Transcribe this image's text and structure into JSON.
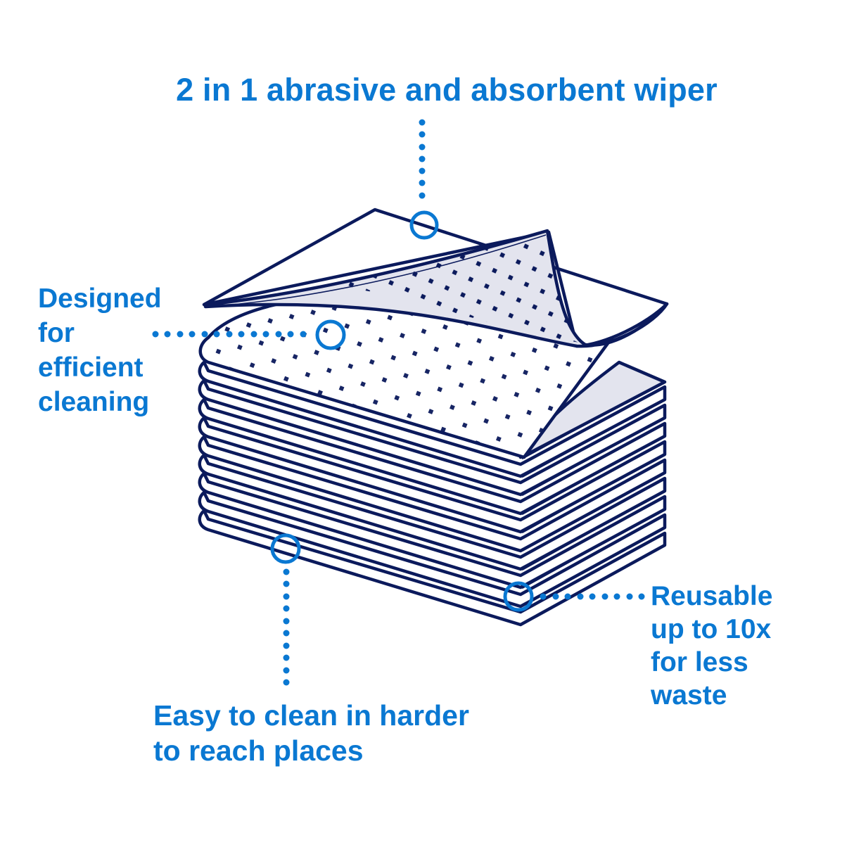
{
  "callouts": {
    "top": {
      "text": "2 in 1 abrasive and absorbent wiper"
    },
    "left": {
      "text": "Designed\nfor\nefficient\ncleaning"
    },
    "right": {
      "text": "Reusable\nup to 10x\nfor less\nwaste"
    },
    "bottom": {
      "text": "Easy to clean in harder\nto reach places"
    }
  },
  "illustration": {
    "subject": "stack of folded wipers with top sheet peeled back",
    "sheet_count": 10,
    "icons": [
      "callout-circle-icon",
      "dotted-leader-line"
    ]
  },
  "colors": {
    "accent_blue": "#0a78d2",
    "outline_navy": "#0b1a5c",
    "sheet_fill": "#ffffff",
    "underside_fill": "#e3e4ee"
  }
}
